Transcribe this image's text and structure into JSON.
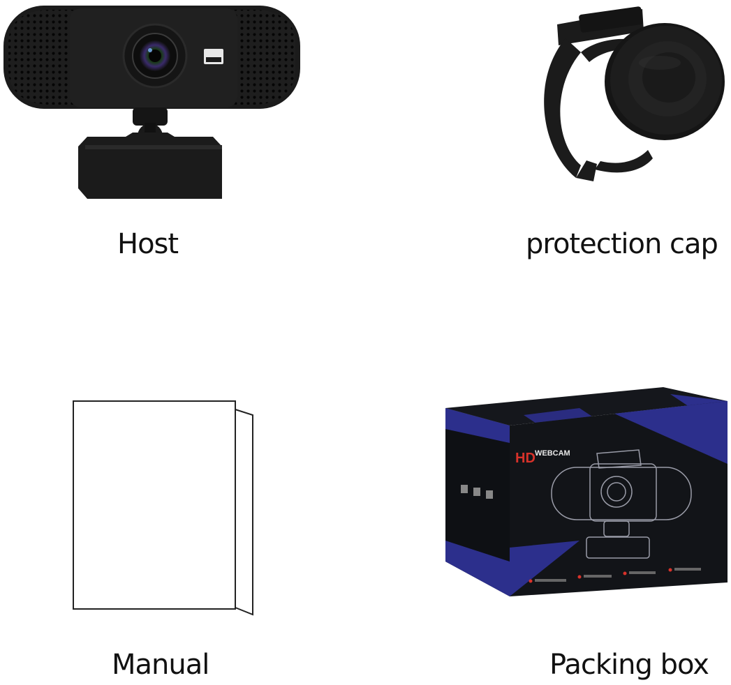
{
  "items": [
    {
      "label": "Host",
      "icon": "webcam-icon"
    },
    {
      "label": "protection cap",
      "icon": "privacy-cap-icon"
    },
    {
      "label": "Manual",
      "icon": "manual-icon"
    },
    {
      "label": "Packing box",
      "icon": "packing-box-icon"
    }
  ],
  "box_print": {
    "brand_hd": "HD",
    "brand_webcam": "WEBCAM"
  },
  "colors": {
    "camera_body": "#1b1b1b",
    "box_dark": "#121418",
    "box_accent": "#2c2f8c",
    "hd_red": "#d8322a"
  }
}
